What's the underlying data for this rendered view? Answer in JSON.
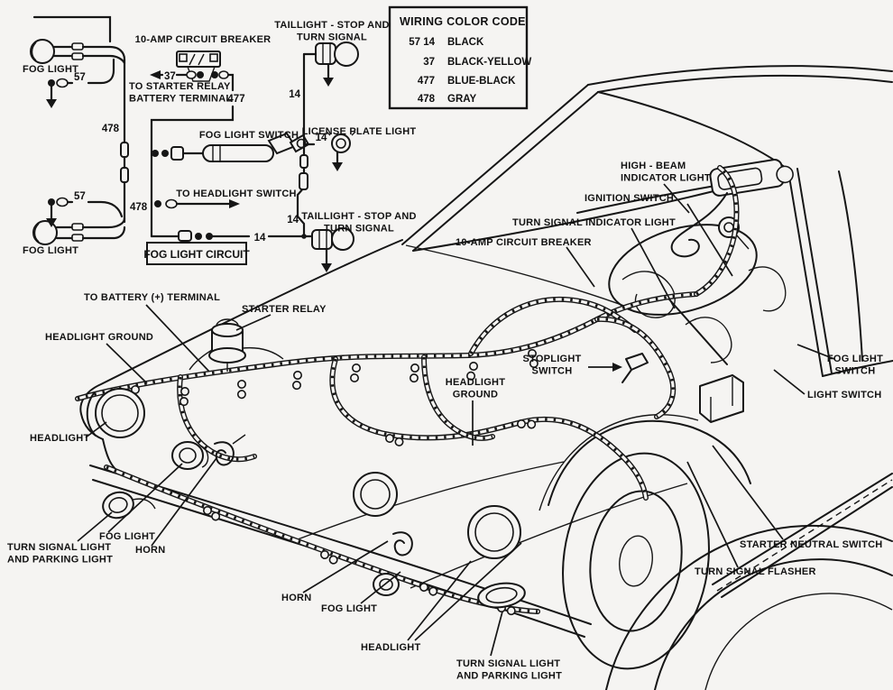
{
  "colors": {
    "ink": "#161616",
    "background": "#f5f4f2"
  },
  "color_code": {
    "title": "WIRING COLOR CODE",
    "entries": [
      {
        "codes": "57 14",
        "name": "BLACK"
      },
      {
        "codes": "37",
        "name": "BLACK-YELLOW"
      },
      {
        "codes": "477",
        "name": "BLUE-BLACK"
      },
      {
        "codes": "478",
        "name": "GRAY"
      }
    ]
  },
  "schematic": {
    "box_label": "FOG LIGHT CIRCUIT",
    "labels": {
      "fog_light_top": "FOG LIGHT",
      "fog_light_bottom": "FOG LIGHT",
      "circuit_breaker": "10-AMP CIRCUIT BREAKER",
      "to_starter_relay": "TO STARTER RELAY\nBATTERY TERMINAL",
      "fog_light_switch": "FOG LIGHT SWITCH",
      "to_headlight_switch": "TO HEADLIGHT SWITCH",
      "taillight_top": "TAILLIGHT - STOP AND\nTURN SIGNAL",
      "taillight_bottom": "TAILLIGHT - STOP AND\nTURN SIGNAL",
      "license_plate_light": "LICENSE PLATE LIGHT"
    },
    "wire_numbers": {
      "n57": "57",
      "n37": "37",
      "n477": "477",
      "n478": "478",
      "n14": "14"
    }
  },
  "car": {
    "labels": {
      "high_beam_indicator": "HIGH - BEAM\nINDICATOR LIGHT",
      "ignition_switch": "IGNITION SWITCH",
      "turn_signal_indicator": "TURN SIGNAL INDICATOR LIGHT",
      "circuit_breaker": "10-AMP CIRCUIT BREAKER",
      "to_battery": "TO BATTERY (+) TERMINAL",
      "starter_relay": "STARTER RELAY",
      "headlight_ground_left": "HEADLIGHT GROUND",
      "headlight_left": "HEADLIGHT",
      "stoplight_switch": "STOPLIGHT\nSWITCH",
      "headlight_ground_center": "HEADLIGHT\nGROUND",
      "fog_light_switch": "FOG LIGHT\nSWITCH",
      "light_switch": "LIGHT SWITCH",
      "starter_neutral_switch": "STARTER NEUTRAL SWITCH",
      "turn_signal_flasher": "TURN SIGNAL FLASHER",
      "turn_signal_parking_left": "TURN SIGNAL LIGHT\nAND PARKING LIGHT",
      "fog_light_left": "FOG LIGHT",
      "horn_left": "HORN",
      "horn_bottom": "HORN",
      "fog_light_bottom": "FOG LIGHT",
      "headlight_bottom": "HEADLIGHT",
      "turn_signal_parking_bottom": "TURN SIGNAL LIGHT\nAND PARKING LIGHT"
    }
  }
}
